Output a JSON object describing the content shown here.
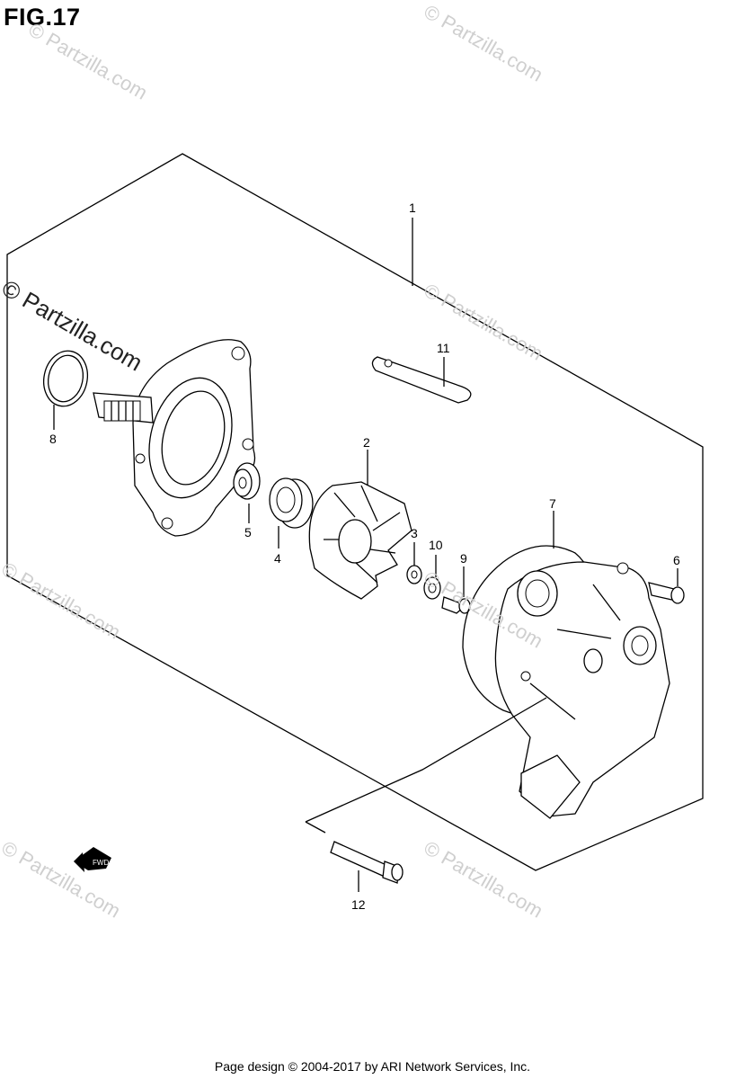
{
  "figure": {
    "title": "FIG.17"
  },
  "watermark": {
    "text": "© Partzilla.com"
  },
  "fwd_label": "FWD",
  "callouts": [
    {
      "id": "1",
      "label": "1"
    },
    {
      "id": "2",
      "label": "2"
    },
    {
      "id": "3",
      "label": "3"
    },
    {
      "id": "4",
      "label": "4"
    },
    {
      "id": "5",
      "label": "5"
    },
    {
      "id": "6",
      "label": "6"
    },
    {
      "id": "7",
      "label": "7"
    },
    {
      "id": "8",
      "label": "8"
    },
    {
      "id": "9",
      "label": "9"
    },
    {
      "id": "10",
      "label": "10"
    },
    {
      "id": "11",
      "label": "11"
    },
    {
      "id": "12",
      "label": "12"
    }
  ],
  "footer": {
    "text": "Page design © 2004-2017 by ARI Network Services, Inc."
  }
}
